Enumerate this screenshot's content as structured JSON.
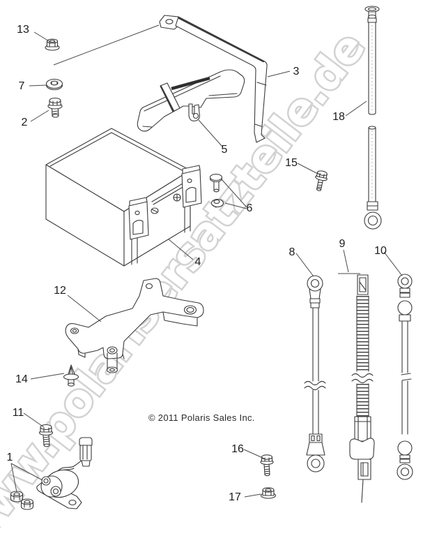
{
  "diagram": {
    "watermark": "www.polarisersatzteile.de",
    "copyright": "© 2011 Polaris Sales Inc.",
    "callouts": [
      {
        "number": "1",
        "part": "solenoid-assembly"
      },
      {
        "number": "2",
        "part": "flange-bolt"
      },
      {
        "number": "3",
        "part": "battery-hold-down-strap"
      },
      {
        "number": "4",
        "part": "battery"
      },
      {
        "number": "5",
        "part": "strap-hook"
      },
      {
        "number": "6",
        "part": "bolt-and-nut"
      },
      {
        "number": "7",
        "part": "washer"
      },
      {
        "number": "8",
        "part": "battery-cable"
      },
      {
        "number": "9",
        "part": "corrugated-cable"
      },
      {
        "number": "10",
        "part": "ground-cable"
      },
      {
        "number": "11",
        "part": "flange-bolt"
      },
      {
        "number": "12",
        "part": "mounting-bracket"
      },
      {
        "number": "13",
        "part": "flange-nut"
      },
      {
        "number": "14",
        "part": "push-rivet"
      },
      {
        "number": "15",
        "part": "flange-bolt"
      },
      {
        "number": "16",
        "part": "flange-bolt"
      },
      {
        "number": "17",
        "part": "flange-nut"
      },
      {
        "number": "18",
        "part": "long-battery-cable"
      }
    ],
    "colors": {
      "line": "#3a3a3a",
      "watermark": "#d2d2d2",
      "background": "#ffffff",
      "label": "#1b1b1b"
    }
  }
}
